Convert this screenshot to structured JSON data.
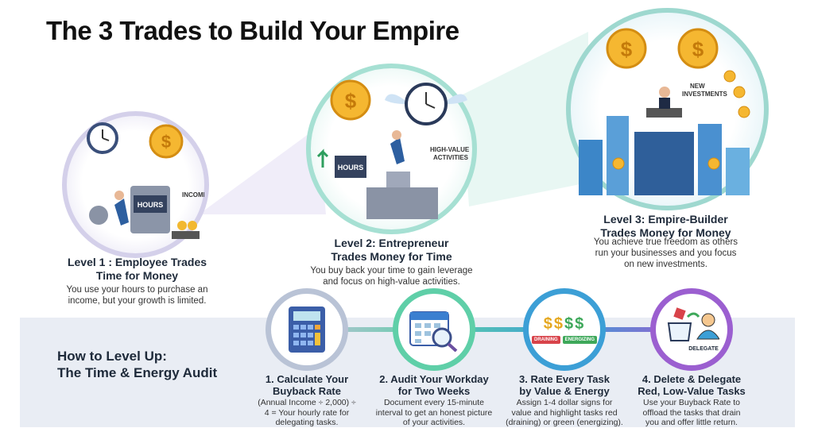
{
  "title": "The 3 Trades to Build Your Empire",
  "levels": [
    {
      "title_line1": "Level 1 : Employee Trades",
      "title_line2": "Time for Money",
      "desc_line1": "You use your hours to purchase an",
      "desc_line2": "income, but your growth is limited.",
      "labels": {
        "hours": "HOURS",
        "income": "INCOME"
      }
    },
    {
      "title_line1": "Level 2: Entrepreneur",
      "title_line2": "Trades Money for Time",
      "desc_line1": "You buy back your time to gain leverage",
      "desc_line2": "and focus on high-value activities.",
      "labels": {
        "hours": "HOURS",
        "activities": "HIGH-VALUE ACTIVITIES"
      }
    },
    {
      "title_line1": "Level 3: Empire-Builder",
      "title_line2": "Trades Money for Money",
      "desc_line1": "You achieve true freedom as others",
      "desc_line2": "run your businesses and you focus",
      "desc_line3": "on new investments.",
      "labels": {
        "investments": "NEW INVESTMENTS"
      }
    }
  ],
  "howto": {
    "line1": "How to Level Up:",
    "line2": "The Time & Energy Audit"
  },
  "steps": [
    {
      "title_line1": "1. Calculate Your",
      "title_line2": "Buyback Rate",
      "desc_line1": "(Annual Income ÷ 2,000) ÷",
      "desc_line2": "4 = Your hourly rate for",
      "desc_line3": "delegating tasks.",
      "color": "#b9c3d6"
    },
    {
      "title_line1": "2. Audit Your Workday",
      "title_line2": "for Two Weeks",
      "desc_line1": "Document every 15-minute",
      "desc_line2": "interval to get an honest picture",
      "desc_line3": "of your activities.",
      "color": "#5fcfa8"
    },
    {
      "title_line1": "3. Rate Every Task",
      "title_line2": "by Value & Energy",
      "desc_line1": "Assign 1-4 dollar signs for",
      "desc_line2": "value and highlight tasks red",
      "desc_line3": "(draining) or green (energizing).",
      "color": "#3c9fd6",
      "tags": {
        "draining": "DRAINING",
        "energizing": "ENERGIZING"
      }
    },
    {
      "title_line1": "4. Delete & Delegate",
      "title_line2": "Red, Low-Value Tasks",
      "desc_line1": "Use your Buyback Rate to",
      "desc_line2": "offload the tasks that drain",
      "desc_line3": "you and offer little return.",
      "color": "#9b5fd0",
      "tags": {
        "delegate": "DELEGATE"
      }
    }
  ]
}
